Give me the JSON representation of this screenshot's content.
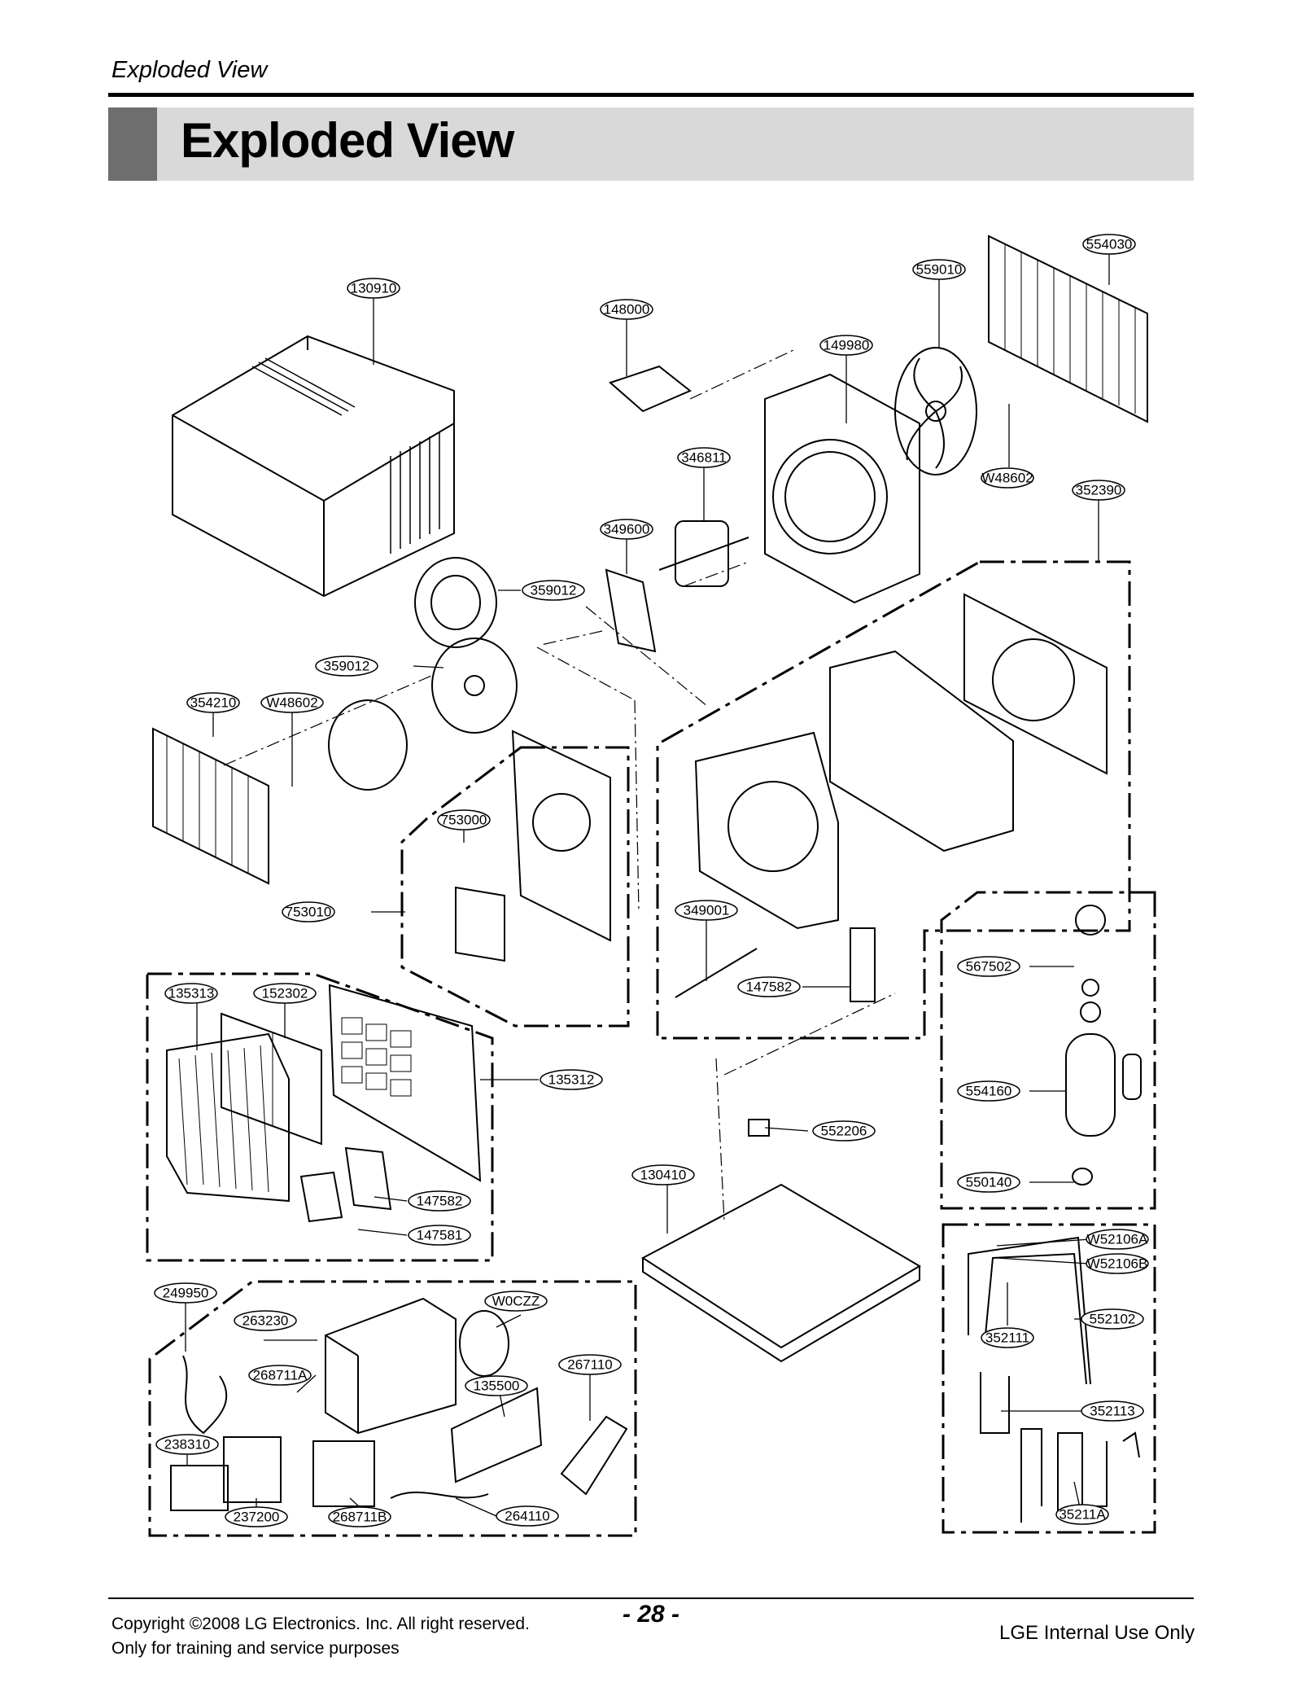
{
  "header": {
    "section_label": "Exploded View",
    "title": "Exploded View"
  },
  "parts": [
    "130910",
    "148000",
    "149980",
    "559010",
    "554030",
    "346811",
    "W48602",
    "352390",
    "349600",
    "359012",
    "359012",
    "354210",
    "W48602",
    "753000",
    "753010",
    "349001",
    "147582",
    "567502",
    "554160",
    "550140",
    "135313",
    "152302",
    "135312",
    "147582",
    "147581",
    "552206",
    "130410",
    "W52106A",
    "W52106B",
    "552102",
    "352111",
    "352113",
    "35211A",
    "249950",
    "263230",
    "W0CZZ",
    "268711A",
    "135500",
    "267110",
    "238310",
    "237200",
    "268711B",
    "264110"
  ],
  "footer": {
    "copyright_line1": "Copyright ©2008 LG Electronics. Inc. All right reserved.",
    "copyright_line2": "Only for training and service purposes",
    "page_number": "- 28 -",
    "right_note": "LGE Internal Use Only"
  }
}
